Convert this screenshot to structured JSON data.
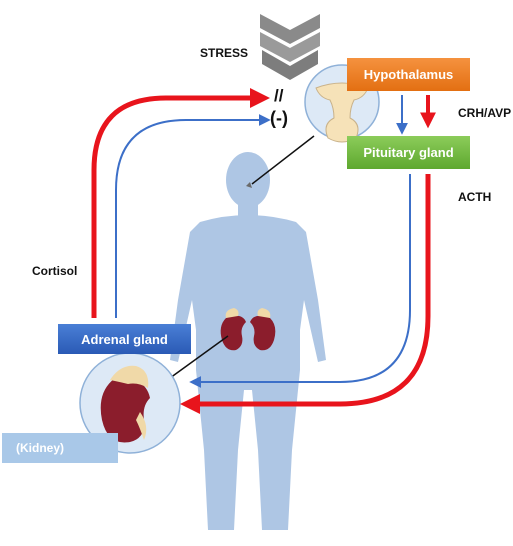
{
  "labels": {
    "stress": "STRESS",
    "crh_avp": "CRH/AVP",
    "acth": "ACTH",
    "cortisol": "Cortisol",
    "inhibit_mark": "//",
    "inhibit_sign": "(-)"
  },
  "boxes": {
    "hypothalamus": "Hypothalamus",
    "pituitary": "Pituitary gland",
    "adrenal": "Adrenal gland",
    "kidney": "(Kidney)"
  },
  "colors": {
    "red_arrow": "#e8141c",
    "blue_arrow": "#3c6fc8",
    "body": "#aec6e4",
    "circle_fill": "#dde9f6",
    "circle_stroke": "#8fb1d8",
    "stress_chevron": "#8a8a8a"
  },
  "icons": [
    "stress-chevron-icon",
    "brain-gland-icon",
    "kidney-adrenal-icon",
    "human-body-icon"
  ]
}
